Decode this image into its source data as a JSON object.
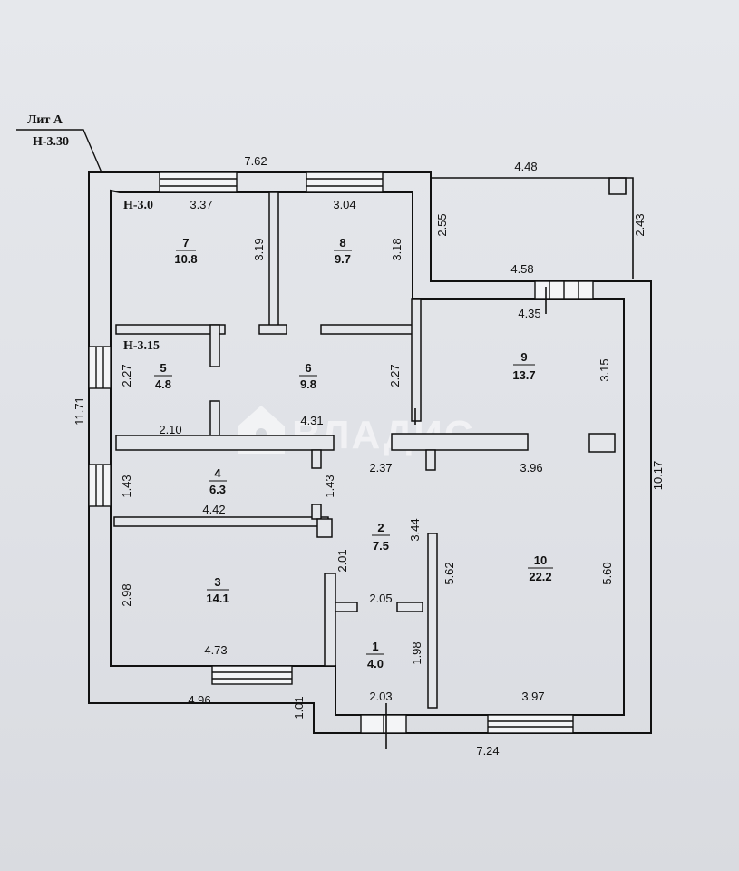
{
  "header": {
    "lit": "Лит А",
    "height_main": "Н-3.30"
  },
  "heights": {
    "h1": "Н-3.0",
    "h2": "Н-3.15"
  },
  "rooms": [
    {
      "id": "7",
      "area": "10.8"
    },
    {
      "id": "8",
      "area": "9.7"
    },
    {
      "id": "6",
      "area": "9.8"
    },
    {
      "id": "5",
      "area": "4.8"
    },
    {
      "id": "4",
      "area": "6.3"
    },
    {
      "id": "3",
      "area": "14.1"
    },
    {
      "id": "2",
      "area": "7.5"
    },
    {
      "id": "1",
      "area": "4.0"
    },
    {
      "id": "9",
      "area": "13.7"
    },
    {
      "id": "10",
      "area": "22.2"
    }
  ],
  "dims": {
    "top_total": "7.62",
    "r7_width": "3.37",
    "r8_width": "3.04",
    "r7_height": "3.19",
    "r8_height": "3.18",
    "ext_top": "4.48",
    "ext_left": "2.55",
    "ext_right": "2.43",
    "ext_bottom": "4.58",
    "r9_top": "4.35",
    "r9_height": "3.15",
    "left_total": "11.71",
    "r5_height": "2.27",
    "r6_height": "2.27",
    "r5_width": "2.10",
    "r6_width": "4.31",
    "corr_width": "2.37",
    "r9_bottom": "3.96",
    "right_total": "10.17",
    "r4_left": "1.43",
    "r4_right": "1.43",
    "r4_width": "4.42",
    "r2_height": "3.44",
    "r10_left": "5.62",
    "r10_right": "5.60",
    "r3_height": "2.98",
    "r1_top": "2.01",
    "r1_width_top": "2.05",
    "r1_height": "1.98",
    "r3_width": "4.73",
    "bottom_left": "4.96",
    "step": "1.01",
    "r1_width_bottom": "2.03",
    "r10_bottom": "3.97",
    "bottom_right": "7.24"
  },
  "watermark": {
    "text": "ВЛАДИС"
  }
}
